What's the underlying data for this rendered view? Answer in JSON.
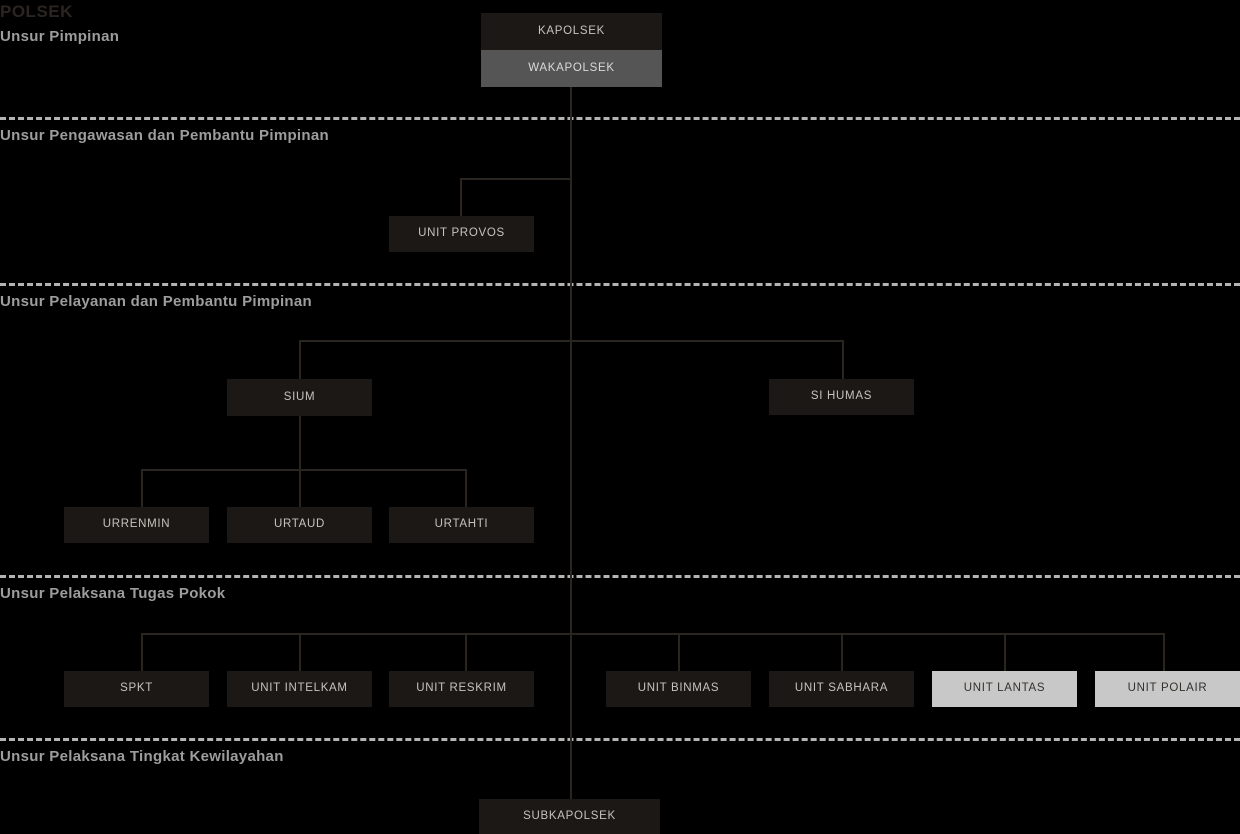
{
  "title": "POLSEK",
  "colors": {
    "background": "#000000",
    "box_dark": "#1c1815",
    "box_mid": "#555555",
    "box_light": "#c8c8c8",
    "text_light": "#c7c2bd",
    "text_dark": "#35312d",
    "band_label": "#9d9d9d",
    "connector": "#2b2520",
    "divider": "#b4b4b4"
  },
  "bands": [
    {
      "label": "Unsur Pimpinan"
    },
    {
      "label": "Unsur Pengawasan dan Pembantu Pimpinan"
    },
    {
      "label": "Unsur Pelayanan dan Pembantu Pimpinan"
    },
    {
      "label": "Unsur Pelaksana Tugas Pokok"
    },
    {
      "label": "Unsur Pelaksana Tingkat Kewilayahan"
    }
  ],
  "nodes": {
    "kapolsek": "KAPOLSEK",
    "wakapolsek": "WAKAPOLSEK",
    "unit_provos": "UNIT PROVOS",
    "sium": "SIUM",
    "si_humas": "SI HUMAS",
    "urrenmin": "URRENMIN",
    "urtaud": "URTAUD",
    "urtahti": "URTAHTI",
    "spkt": "SPKT",
    "unit_intelkam": "UNIT INTELKAM",
    "unit_reskrim": "UNIT RESKRIM",
    "unit_binmas": "UNIT BINMAS",
    "unit_sabhara": "UNIT SABHARA",
    "unit_lantas": "UNIT LANTAS",
    "unit_polair": "UNIT POLAIR",
    "subkapolsek": "SUBKAPOLSEK"
  }
}
